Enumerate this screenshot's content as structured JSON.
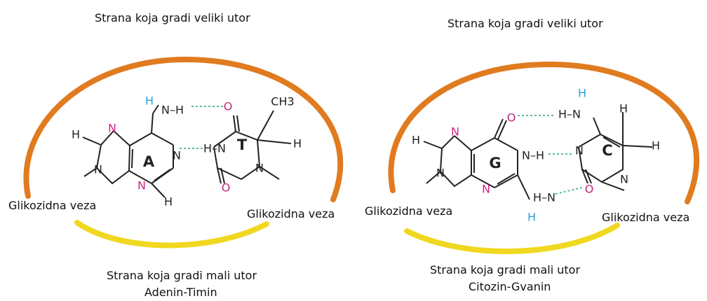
{
  "left": {
    "top_label": "Strana koja gradi veliki utor",
    "bottom_label": "Strana koja gradi mali utor",
    "pair_label": "Adenin-Timin",
    "glyco_left": "Glikozidna veza",
    "glyco_right": "Glikozidna veza",
    "base1_letter": "A",
    "base2_letter": "T",
    "methyl": "CH3"
  },
  "right": {
    "top_label": "Strana koja gradi veliki utor",
    "bottom_label": "Strana koja gradi mali utor",
    "pair_label": "Citozin-Gvanin",
    "glyco_left": "Glikozidna veza",
    "glyco_right": "Glikozidna veza",
    "base1_letter": "G",
    "base2_letter": "C"
  },
  "atoms": {
    "nitrogen": "N",
    "oxygen": "O",
    "hydrogen": "H",
    "nh_label": "N–H",
    "hn_label": "H–N",
    "hn2_label": "H–N",
    "nh2_label": "N–H",
    "hn3_label": "H–N"
  },
  "colors": {
    "major_groove_arc": "#e07b1f",
    "minor_groove_arc": "#f0d820",
    "nitrogen": "#d6238a",
    "oxygen": "#c0297a",
    "polar_hydrogen": "#2ea0d8",
    "hydrogen_bond": "#5fb8a8",
    "bond": "#222222"
  }
}
